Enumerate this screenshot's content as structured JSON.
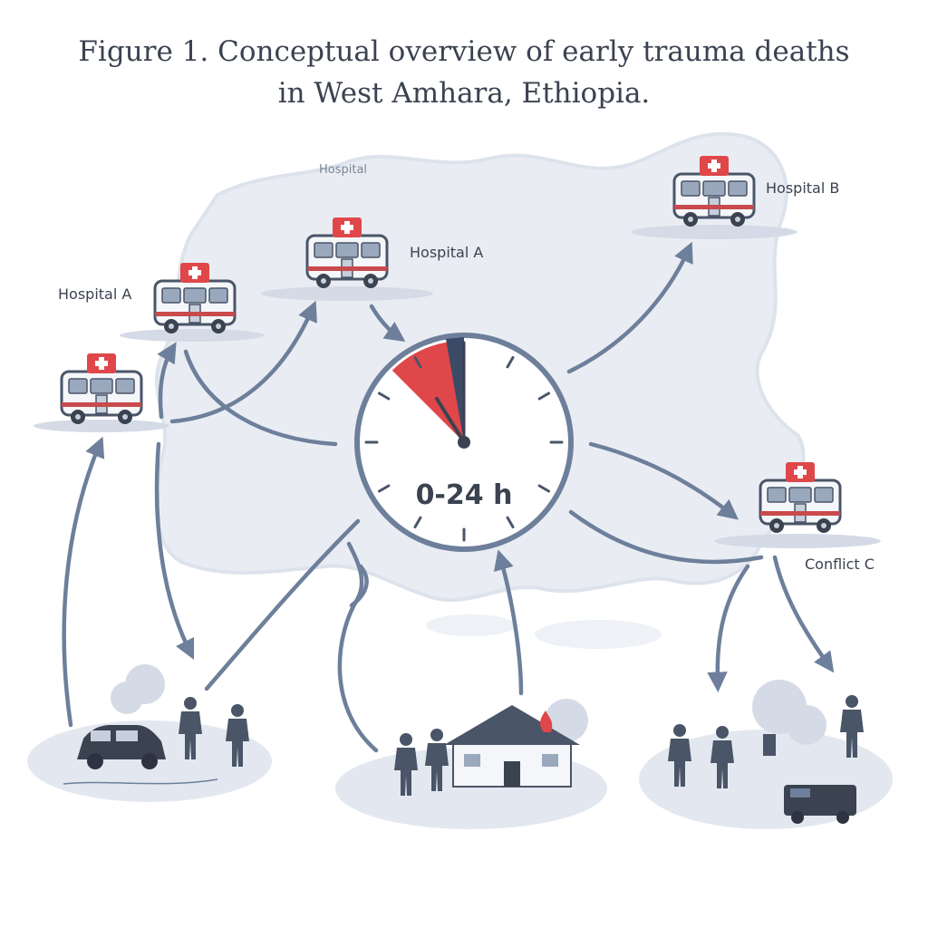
{
  "title": {
    "line1": "Figure 1. Conceptual overview of early trauma deaths",
    "line2": "in West Amhara, Ethiopia."
  },
  "map_label": "Hospital",
  "hospitals": {
    "left_upper": "Hospital A",
    "center_top": "Hospital A",
    "right_top": "Hospital B",
    "right_mid": "Conflict C"
  },
  "clock": {
    "label": "0-24 h",
    "highlight_fraction": 0.125
  },
  "colors": {
    "arrow": "#6d7f9a",
    "map": "#e9edf3",
    "accent_red": "#e0474a",
    "figure": "#4a5568",
    "clock_ring": "#6d7f9a"
  }
}
